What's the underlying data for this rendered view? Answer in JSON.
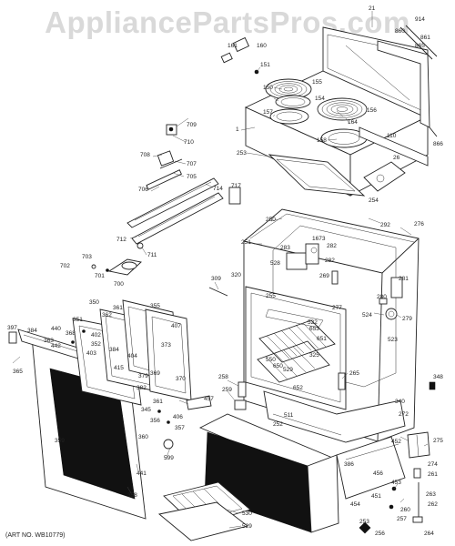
{
  "watermark": "AppliancePartsPros.com",
  "art_number": "(ART NO. WB10779)",
  "part_labels": [
    "21",
    "914",
    "860",
    "861",
    "865",
    "160",
    "161",
    "151",
    "155",
    "150",
    "154",
    "157",
    "156",
    "164",
    "158",
    "110",
    "26",
    "866",
    "1",
    "253",
    "254",
    "709",
    "710",
    "708",
    "707",
    "705",
    "706",
    "717",
    "714",
    "712",
    "711",
    "703",
    "702",
    "701",
    "700",
    "250",
    "292",
    "276",
    "251",
    "1673",
    "282",
    "283",
    "282",
    "528",
    "269",
    "309",
    "320",
    "255",
    "281",
    "522",
    "653",
    "524",
    "280",
    "279",
    "523",
    "651",
    "529",
    "652",
    "650",
    "550",
    "325",
    "277",
    "397",
    "384",
    "440",
    "363",
    "442",
    "368",
    "351",
    "350",
    "361",
    "362",
    "355",
    "402",
    "403",
    "407",
    "373",
    "352",
    "384",
    "404",
    "415",
    "365",
    "379",
    "369",
    "370",
    "382",
    "361",
    "345",
    "356",
    "406",
    "357",
    "599",
    "360",
    "441",
    "359",
    "358",
    "457",
    "258",
    "259",
    "265",
    "511",
    "252",
    "348",
    "340",
    "272",
    "275",
    "274",
    "452",
    "261",
    "386",
    "456",
    "451",
    "453",
    "263",
    "454",
    "262",
    "260",
    "257",
    "264",
    "256",
    "253",
    "530",
    "529"
  ]
}
